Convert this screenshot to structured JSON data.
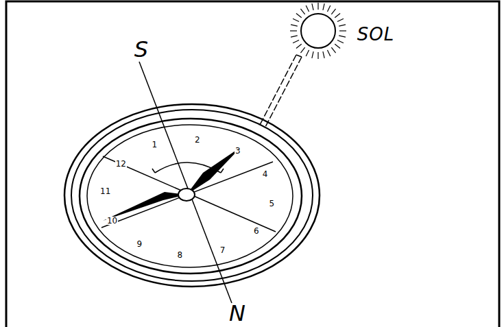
{
  "diagram": {
    "labels": [
      "S",
      "N",
      "SOL",
      "12",
      "1",
      "2",
      "3",
      "4",
      "5",
      "6",
      "7",
      "8",
      "9",
      "10",
      "11"
    ]
  }
}
